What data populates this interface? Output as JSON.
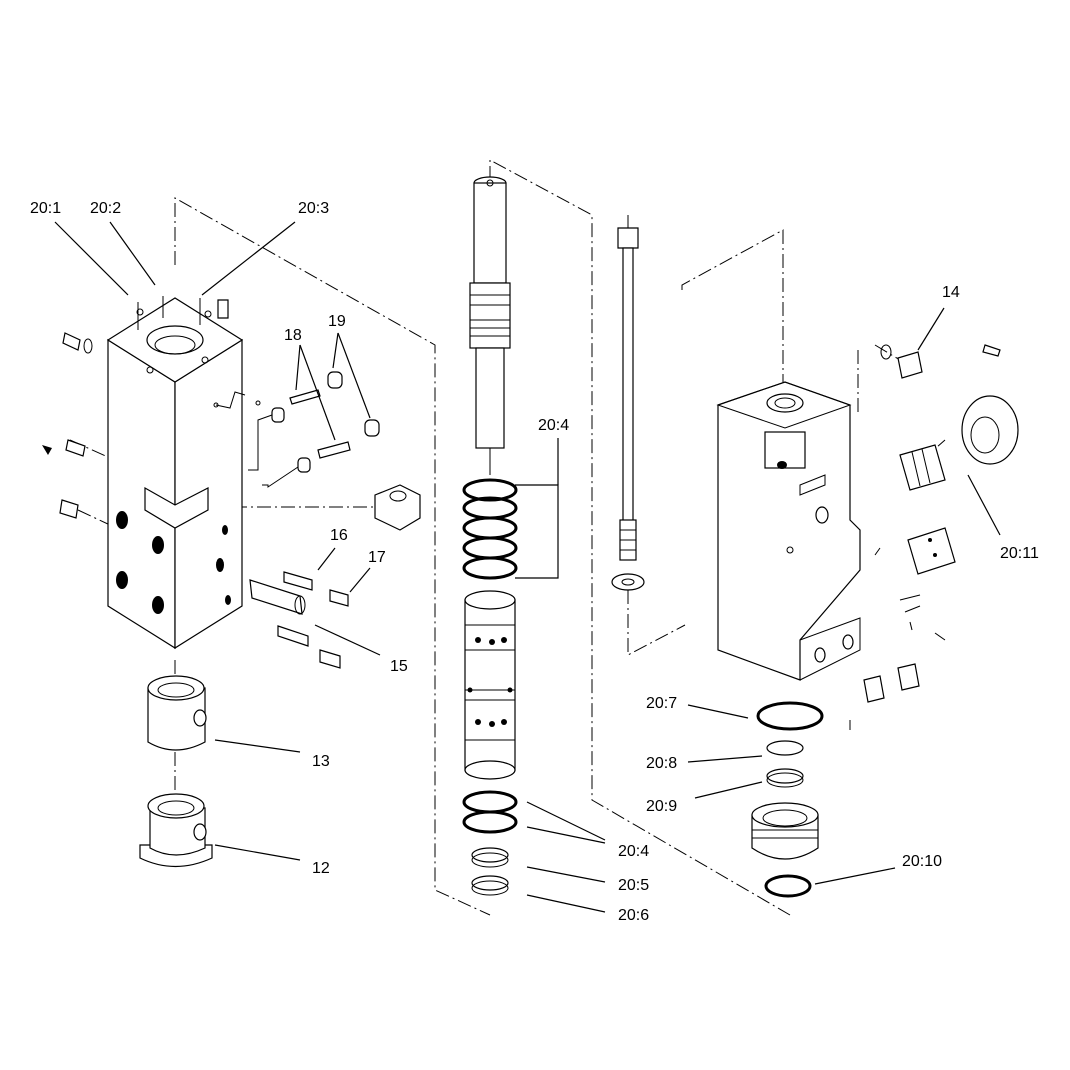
{
  "diagram": {
    "callouts": {
      "c20_1": "20:1",
      "c20_2": "20:2",
      "c20_3": "20:3",
      "c18": "18",
      "c19": "19",
      "c20_4a": "20:4",
      "c16": "16",
      "c17": "17",
      "c15": "15",
      "c13": "13",
      "c12": "12",
      "c20_4b": "20:4",
      "c20_5": "20:5",
      "c20_6": "20:6",
      "c14": "14",
      "c20_11": "20:11",
      "c20_7": "20:7",
      "c20_8": "20:8",
      "c20_9": "20:9",
      "c20_10": "20:10"
    }
  }
}
